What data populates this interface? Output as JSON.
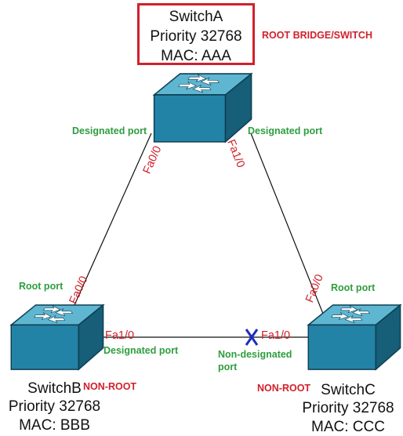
{
  "switch_a": {
    "name": "SwitchA",
    "priority": "Priority 32768",
    "mac": "MAC: AAA",
    "role": "ROOT BRIDGE/SWITCH",
    "left_port_role": "Designated port",
    "right_port_role": "Designated port",
    "left_port": "Fa0/0",
    "right_port": "Fa1/0"
  },
  "switch_b": {
    "name": "SwitchB",
    "priority": "Priority 32768",
    "mac": "MAC: BBB",
    "role": "NON-ROOT",
    "upper_port_role": "Root port",
    "right_port_role": "Designated port",
    "upper_port": "Fa0/0",
    "right_port": "Fa1/0"
  },
  "switch_c": {
    "name": "SwitchC",
    "priority": "Priority 32768",
    "mac": "MAC: CCC",
    "role": "NON-ROOT",
    "upper_port_role": "Root port",
    "left_port_role": "Non-designated port",
    "upper_port": "Fa0/0",
    "left_port": "Fa1/0"
  },
  "blocked_marker": "X",
  "colors": {
    "designated_text": "#2e9e3e",
    "role_text": "#d0212b",
    "switch_top": "#5fb6d1",
    "switch_side": "#1e6f8c",
    "blocked_x": "#1f2bbf"
  },
  "icons": [
    "switch-icon",
    "switch-icon",
    "switch-icon",
    "blocked-x-icon"
  ]
}
